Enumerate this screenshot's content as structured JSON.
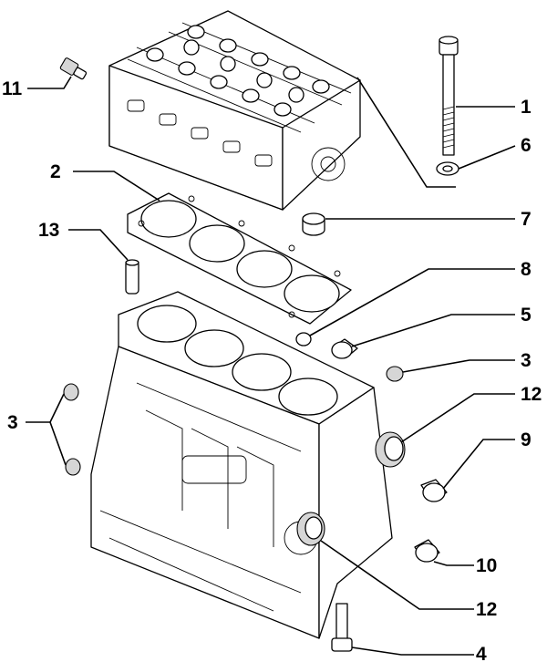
{
  "callouts": {
    "c1": "1",
    "c6": "6",
    "c11": "11",
    "c2": "2",
    "c7": "7",
    "c13": "13",
    "c8": "8",
    "c5": "5",
    "c3a": "3",
    "c3b": "3",
    "c12a": "12",
    "c9": "9",
    "c10": "10",
    "c12b": "12",
    "c4": "4"
  }
}
